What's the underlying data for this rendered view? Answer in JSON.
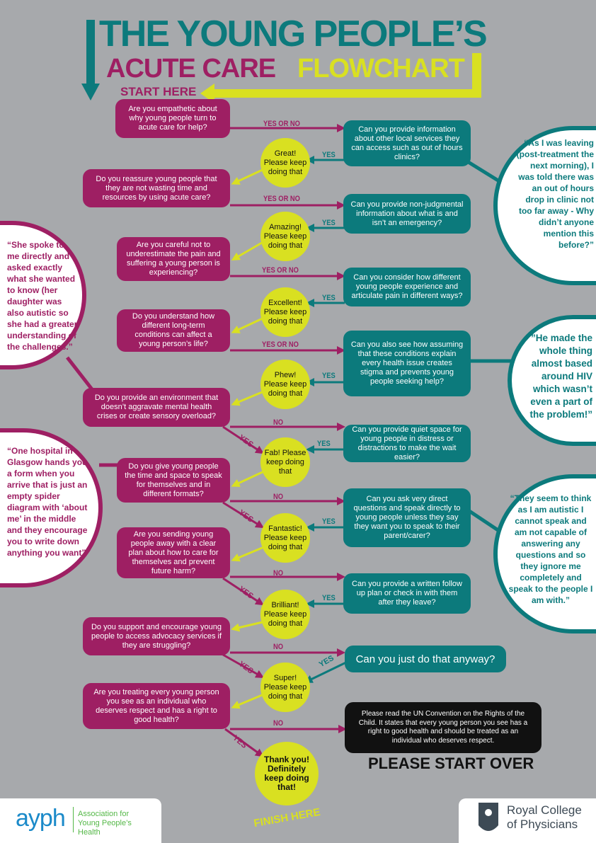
{
  "title": {
    "line1": "THE YOUNG PEOPLE’S",
    "line2a": "ACUTE CARE",
    "line2b": "FLOWCHART",
    "start": "START HERE",
    "finish": "FINISH HERE",
    "start_over": "PLEASE START OVER"
  },
  "colors": {
    "magenta": "#9e1f63",
    "teal": "#0c7a7c",
    "yellow": "#d9e021",
    "background": "#a7a9ac"
  },
  "questions": [
    "Are you empathetic about why young people turn to acute care for help?",
    "Do you reassure young people that they are not wasting time and resources by using acute care?",
    "Are you careful not to underestimate the pain and suffering a young person is experiencing?",
    "Do you understand how different long-term conditions can affect a young person’s life?",
    "Do you provide an environment that doesn’t aggravate mental health crises or create sensory overload?",
    "Do you give young people the time and space to speak for themselves and in different formats?",
    "Are you sending young people away with a clear plan about how to care for themselves and prevent future harm?",
    "Do you support and encourage young people to access advocacy services if they are struggling?",
    "Are you treating every young person you see as an individual who deserves respect and has a right to good health?"
  ],
  "actions": [
    "Can you provide information about other local services they can access such as out of hours clinics?",
    "Can you provide non-judgmental information about what is and isn’t an emergency?",
    "Can you consider how different young people experience and articulate pain in different ways?",
    "Can you also see how assuming that these conditions explain every health issue creates stigma and prevents young people seeking help?",
    "Can you provide quiet space for young people in distress or distractions to make the wait easier?",
    "Can you ask very direct questions and speak directly to young people unless they say they want you to speak to their parent/carer?",
    "Can you provide a written follow up plan or check in with them after they leave?",
    "Can you just do that anyway?"
  ],
  "un_note": "Please read the UN Convention on the Rights of the Child. It states that every young person you see has a right to good health and should be treated as an individual who deserves respect.",
  "praise": [
    "Great! Please keep doing that",
    "Amazing! Please keep doing that",
    "Excellent! Please keep doing that",
    "Phew! Please keep doing that",
    "Fab! Please keep doing that",
    "Fantastic! Please keep doing that",
    "Brilliant! Please keep doing that",
    "Super! Please keep doing that",
    "Thank you! Definitely keep doing that!"
  ],
  "labels": {
    "yes_or_no": "YES OR NO",
    "no": "NO",
    "yes": "YES"
  },
  "quotes": [
    "“As I was leaving (post-treatment the next morning), I was told there was an out of hours drop in clinic not too far away - Why didn’t anyone mention this before?”",
    "“She spoke to me directly and asked exactly what she wanted to know (her daughter was also autistic so she had a greater understanding of the challenges.”",
    "”He made the whole thing almost based around HIV which wasn’t even a part of the problem!”",
    "“One hospital in Glasgow hands you a form when you arrive that is just an empty spider diagram with ‘about me’ in the middle and they encourage you to write down anything you want”",
    "“They seem to think as I am autistic I cannot speak and am not capable of answering any questions and so they ignore me completely and speak to the people I am with.”"
  ],
  "logos": {
    "ayph": "ayph",
    "ayph_full": "Association for Young People’s Health",
    "rcp": "Royal College of Physicians"
  }
}
